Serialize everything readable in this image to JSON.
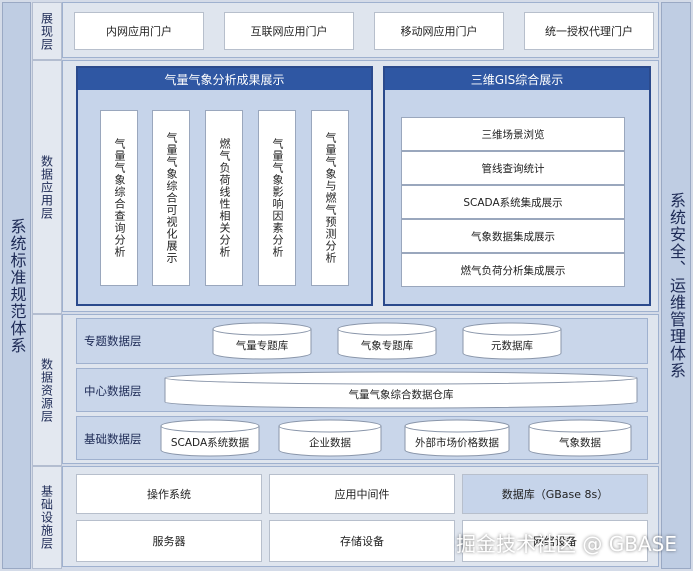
{
  "left_side": "系统标准规范体系",
  "right_side": "系统安全、运维管理体系",
  "presentation": {
    "label": "展现层",
    "portals": [
      "内网应用门户",
      "互联网应用门户",
      "移动网应用门户",
      "统一授权代理门户"
    ]
  },
  "data_app": {
    "label": "数据应用层",
    "left_panel": {
      "title": "气量气象分析成果展示",
      "items": [
        "气量气象综合查询分析",
        "气量气象综合可视化展示",
        "燃气负荷线性相关分析",
        "气量气象影响因素分析",
        "气量气象与燃气预测分析"
      ]
    },
    "right_panel": {
      "title": "三维GIS综合展示",
      "items": [
        "三维场景浏览",
        "管线查询统计",
        "SCADA系统集成展示",
        "气象数据集成展示",
        "燃气负荷分析集成展示"
      ]
    }
  },
  "data_resource": {
    "label": "数据资源层",
    "topic": {
      "label": "专题数据层",
      "items": [
        "气量专题库",
        "气象专题库",
        "元数据库"
      ]
    },
    "center": {
      "label": "中心数据层",
      "item": "气量气象综合数据仓库"
    },
    "base": {
      "label": "基础数据层",
      "items": [
        "SCADA系统数据",
        "企业数据",
        "外部市场价格数据",
        "气象数据"
      ]
    }
  },
  "infra": {
    "label": "基础设施层",
    "row1": [
      "操作系统",
      "应用中间件",
      "数据库（GBase 8s）"
    ],
    "row2": [
      "服务器",
      "存储设备",
      "网络设备"
    ]
  },
  "watermark": "掘金技术社区 @ GBASE"
}
